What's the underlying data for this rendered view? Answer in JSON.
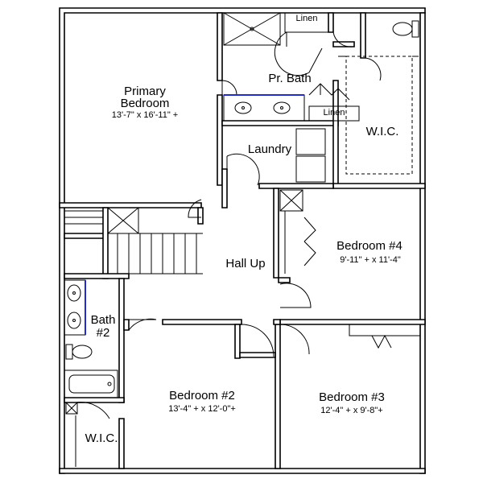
{
  "rooms": {
    "primary_bedroom": {
      "name_line1": "Primary",
      "name_line2": "Bedroom",
      "dims": "13'-7\" x 16'-11\" +"
    },
    "pr_bath": {
      "name": "Pr. Bath"
    },
    "linen_top": {
      "name": "Linen"
    },
    "linen_mid": {
      "name": "Linen"
    },
    "wic_primary": {
      "name": "W.I.C."
    },
    "laundry": {
      "name": "Laundry"
    },
    "hall_up": {
      "name": "Hall Up"
    },
    "bedroom4": {
      "name": "Bedroom #4",
      "dims": "9'-11\" + x 11'-4\""
    },
    "bath2": {
      "name_line1": "Bath",
      "name_line2": "#2"
    },
    "bedroom2": {
      "name": "Bedroom #2",
      "dims": "13'-4\" + x 12'-0\"+"
    },
    "bedroom3": {
      "name": "Bedroom #3",
      "dims": "12'-4\" + x 9'-8\"+"
    },
    "wic_bottom": {
      "name": "W.I.C."
    }
  },
  "colors": {
    "wall": "#000000",
    "fixture_highlight": "#1f2bd6",
    "background": "#ffffff"
  },
  "icons": [
    "sink-icon",
    "toilet-icon",
    "bathtub-icon",
    "shower-icon",
    "washer-dryer-icon",
    "stairs-icon"
  ]
}
